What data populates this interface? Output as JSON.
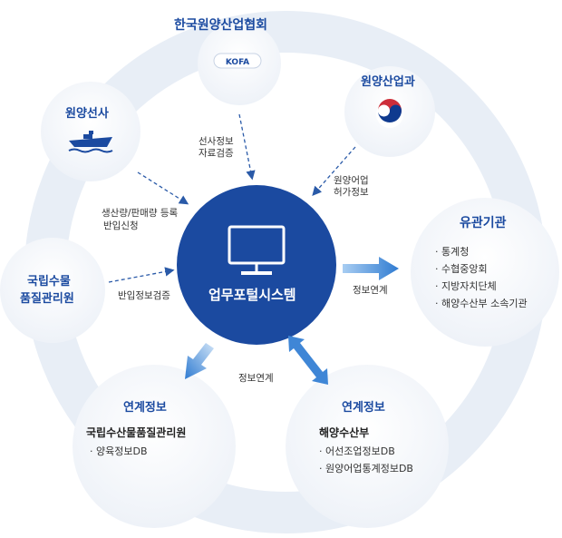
{
  "center": {
    "title": "업무포털시스템"
  },
  "nodes": {
    "kofa": {
      "title": "한국원양산업협회",
      "logo_text": "KOFA"
    },
    "ocean_industry": {
      "title": "원양산업과"
    },
    "fishing_company": {
      "title": "원양선사"
    },
    "related_agencies": {
      "title": "유관기관",
      "items": [
        "통계청",
        "수협중앙회",
        "지방자치단체",
        "해양수산부 소속기관"
      ]
    },
    "nfqs": {
      "title_line1": "국립수물",
      "title_line2": "품질관리원"
    },
    "link_left": {
      "title": "연계정보",
      "org": "국립수산물품질관리원",
      "items": [
        "양육정보DB"
      ]
    },
    "link_right": {
      "title": "연계정보",
      "org": "해양수산부",
      "items": [
        "어선조업정보DB",
        "원양어업통계정보DB"
      ]
    }
  },
  "edges": {
    "kofa_line1": "선사정보",
    "kofa_line2": "자료검증",
    "industry_line1": "원양어업",
    "industry_line2": "허가정보",
    "company_line1": "생산량/판매량 등록",
    "company_line2": "반입신청",
    "nfqs": "반입정보검증",
    "agencies": "정보연계",
    "link": "정보연계"
  },
  "colors": {
    "primary": "#1b4aa0",
    "ring": "#e7edf6",
    "bubble": "#f1f4f9",
    "arrow": "#3f86d6"
  }
}
